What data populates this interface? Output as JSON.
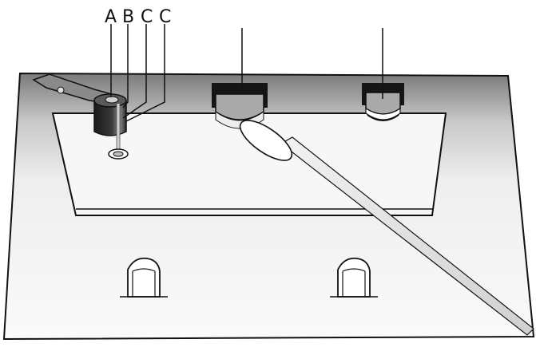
{
  "labels": {
    "a": "A",
    "b": "B",
    "c1": "C",
    "c2": "C"
  },
  "colors": {
    "outline": "#111111",
    "panel_top": "#8c8c8c",
    "panel_bottom": "#f4f4f4",
    "cylinder": "#2a2a2a",
    "swab_stick": "#e2e2e2",
    "port_fill": "#a9a9a9"
  }
}
